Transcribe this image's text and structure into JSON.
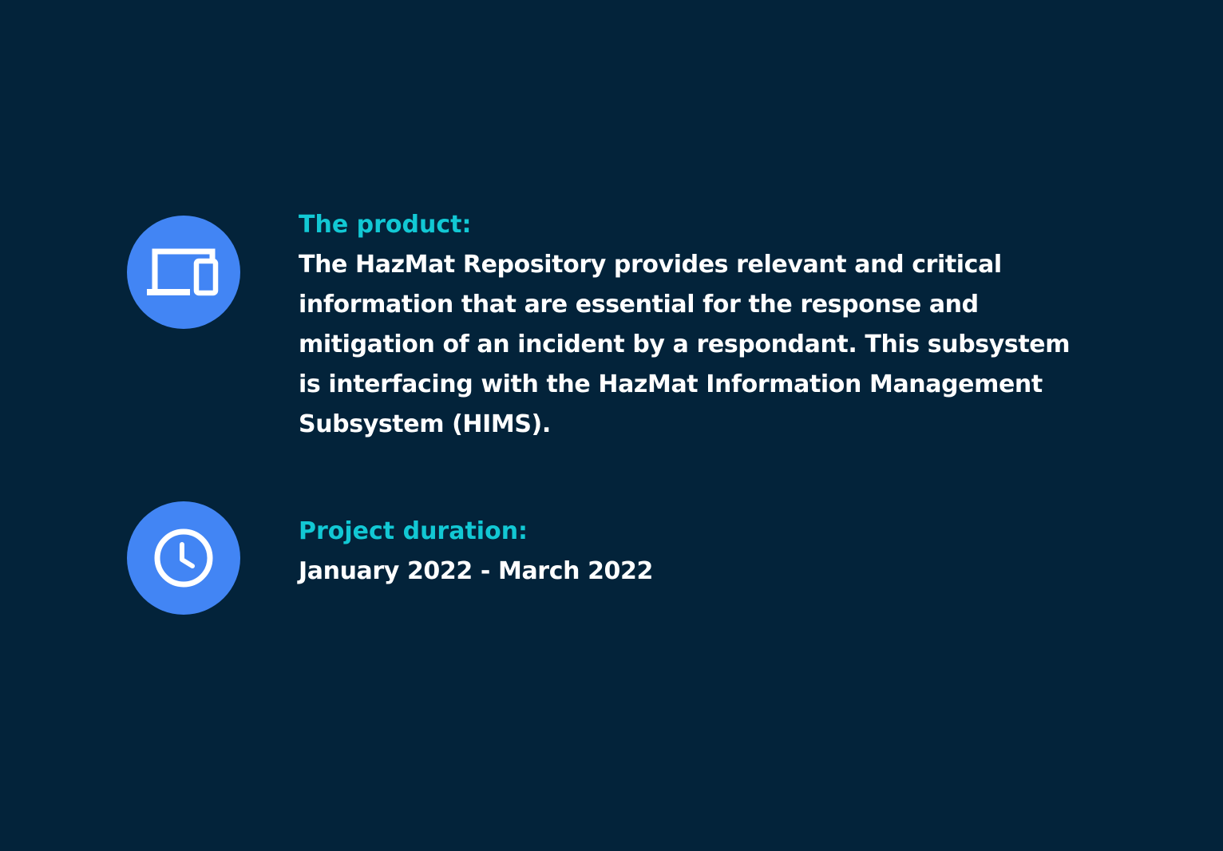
{
  "product": {
    "heading": "The product:",
    "body": "The HazMat Repository provides relevant and critical information that are essential for the response and mitigation of an incident by a respondant. This subsystem is interfacing with the HazMat Information Management Subsystem (HIMS).",
    "icon": "devices-icon"
  },
  "duration": {
    "heading": "Project duration:",
    "body": "January 2022 - March 2022",
    "icon": "clock-icon"
  },
  "colors": {
    "background": "#03233a",
    "accent": "#4285f4",
    "heading": "#12c8d4",
    "text": "#ffffff"
  }
}
